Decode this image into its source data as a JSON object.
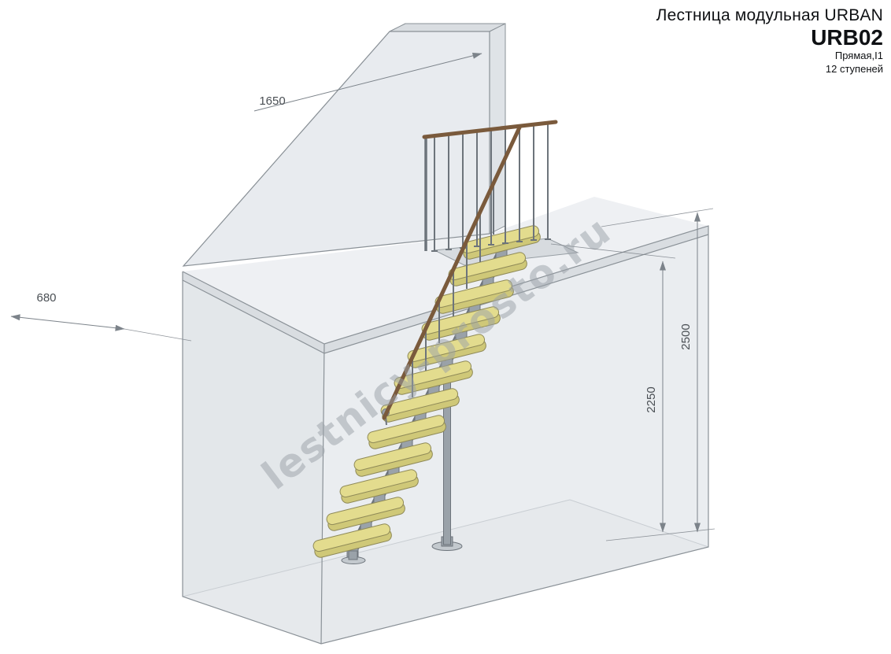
{
  "title_block": {
    "product_line": "Лестница модульная URBAN",
    "model": "URB02",
    "type_label": "Прямая,I1",
    "steps_label": "12 ступеней"
  },
  "dimensions": {
    "wall_length": "1650",
    "landing_depth": "680",
    "total_height": "2500",
    "stair_rise": "2250"
  },
  "watermark": "lestnicy-prosto.ru",
  "drawing": {
    "step_count": 12,
    "colors": {
      "tread": "#e3dc8e",
      "tread_shadow": "#cfc878",
      "tread_edge": "#8f8a58",
      "metal": "#9aa2a9",
      "metal_dark": "#6d747b",
      "handrail": "#7a5a3c",
      "line": "#8a9197",
      "dimension_line": "#7c838a",
      "dimension_text": "#4a4f54",
      "watermark_color": "#9aa1a8"
    }
  }
}
